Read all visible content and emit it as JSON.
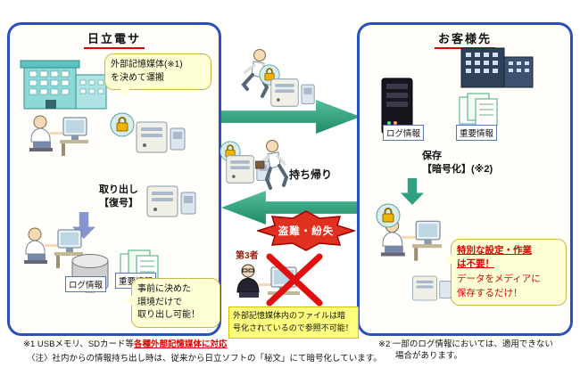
{
  "left_panel": {
    "title": "日立電サ",
    "transport_bubble": "外部記憶媒体(※1)\nを決めて運搬",
    "retrieve_label": "取り出し\n【復号】",
    "log_label": "ログ情報",
    "important_label": "重要情報",
    "retrieve_bubble": "事前に決めた\n環境だけで\n取り出し可能！"
  },
  "right_panel": {
    "title": "お客様先",
    "log_label": "ログ情報",
    "important_label": "重要情報",
    "save_label": "保存\n【暗号化】(※2)",
    "bubble_emphasis": "特別な設定・作業\nは不要！",
    "bubble_detail": "データをメディアに\n保存するだけ！"
  },
  "middle": {
    "carry_back_label": "持ち帰り",
    "theft_loss_label": "盗難・紛失",
    "third_party_label": "第3者",
    "encrypted_note": "外部記憶媒体内のファイルは暗\n号化されているので参照不可能！"
  },
  "footnotes": {
    "note1_plain": "※1 USBメモリ、SDカード等",
    "note1_emphasis": "各種外部記憶媒体に対応",
    "note_caution": "〈注〉社内からの情報持ち出し時は、従来から日立ソフトの「秘文」にて暗号化しています。",
    "note2": "※2 一部のログ情報においては、適用できない\n　　場合があります。"
  },
  "colors": {
    "panel_border": "#2b4fbb",
    "arrow_green": "#2fa080",
    "bubble_yellow": "#ffffd6",
    "note_yellow": "#ffff7e",
    "alert_red": "#e03020",
    "emphasis_red": "#e00000"
  }
}
